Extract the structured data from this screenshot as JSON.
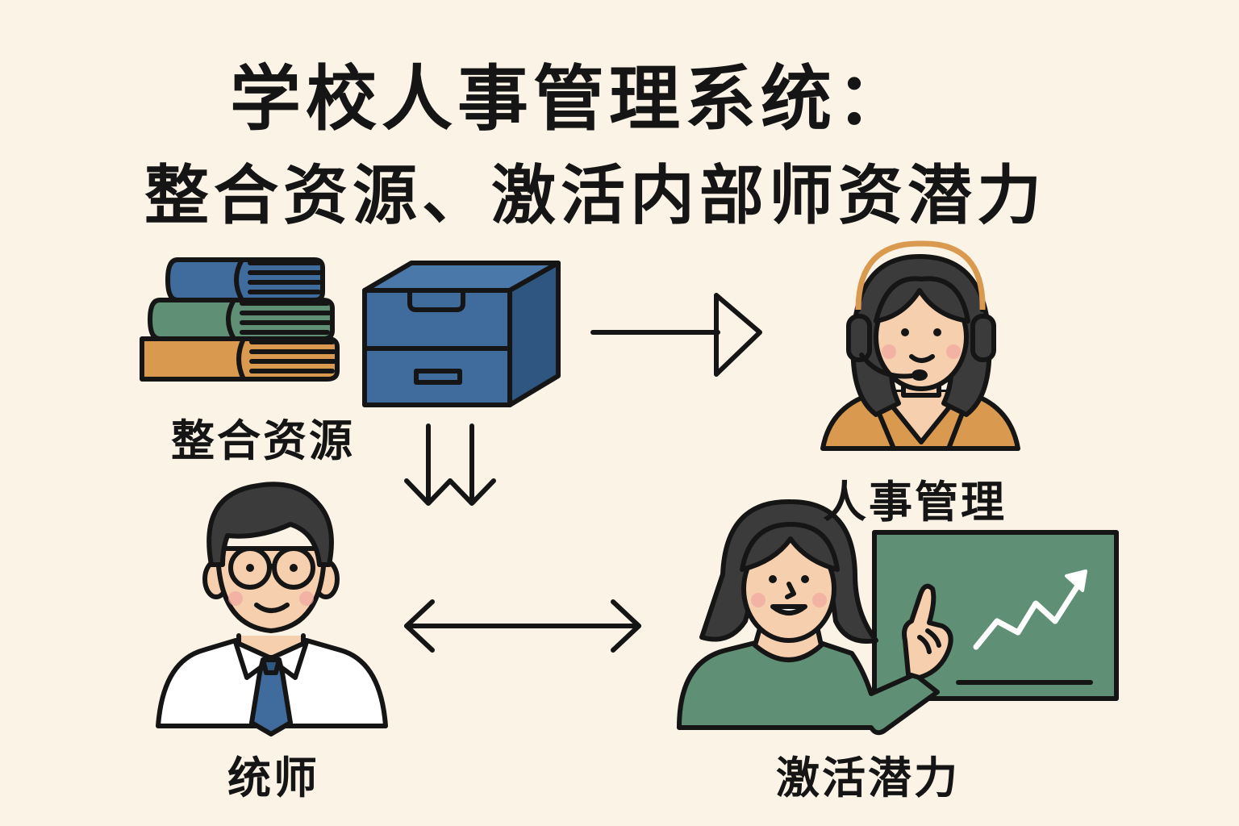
{
  "title": {
    "line1": "学校人事管理系统：",
    "line2": "整合资源、激活内部师资潜力"
  },
  "labels": {
    "resources": "整合资源",
    "hr": "人事管理",
    "teacher": "统师",
    "potential": "激活潜力"
  },
  "icons": [
    "books-icon",
    "filing-cabinet-icon",
    "arrow-right-icon",
    "headset-person-icon",
    "double-down-arrow-icon",
    "teacher-icon",
    "double-headed-arrow-icon",
    "presenter-icon",
    "chalkboard-chart-icon"
  ],
  "colors": {
    "background": "#fbf3e5",
    "blue": "#3f6c9c",
    "green": "#5f8f74",
    "orange": "#d99a4f",
    "skin": "#f6cfae",
    "hair": "#3b3b3b",
    "ink": "#151515"
  }
}
